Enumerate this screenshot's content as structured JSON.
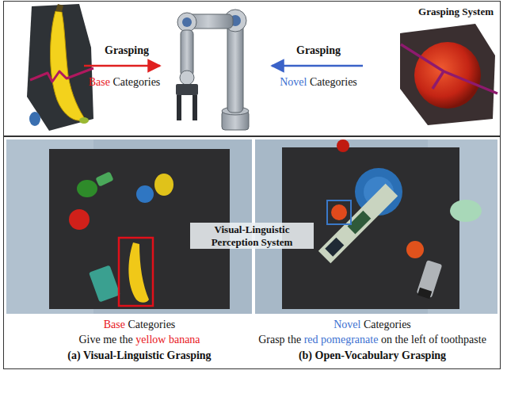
{
  "diagram": {
    "nodes": [
      {
        "text": [
          "Grasping System"
        ]
      },
      {
        "text": [
          "Visual-Linguistic Perception System"
        ]
      }
    ],
    "labels": [
      "Grasping",
      "Base",
      "Categories",
      "Grasping",
      "Novel",
      "Categories",
      "Base",
      "Categories",
      "Give me the",
      "yellow banana",
      "(a) Visual-Linguistic Grasping",
      "Novel",
      "Categories",
      "Grasp the",
      "red pomegranate",
      "on the left of toothpaste",
      "(b) Open-Vocabulary Grasping"
    ]
  }
}
